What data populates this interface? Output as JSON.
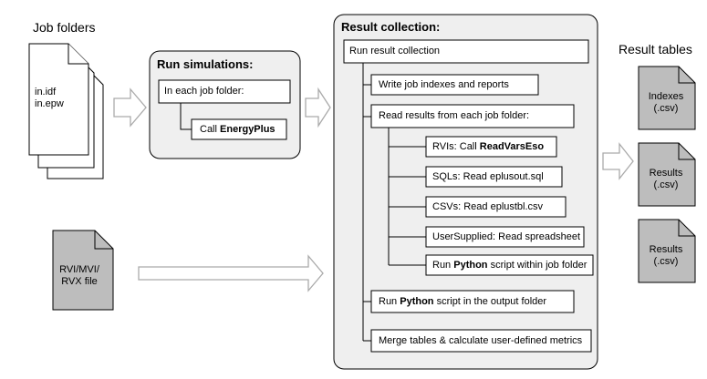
{
  "labels": {
    "job_folders": "Job folders",
    "result_tables": "Result tables"
  },
  "job_file": {
    "line1": "in.idf",
    "line2": "in.epw"
  },
  "rvi_file": {
    "line1": "RVI/MVI/",
    "line2": "RVX file"
  },
  "run_simulations": {
    "title": "Run simulations:",
    "in_each_folder": "In each job folder:",
    "call_prefix": "Call ",
    "call_bold": "EnergyPlus"
  },
  "result_collection": {
    "title": "Result collection:",
    "run": "Run result collection",
    "write": "Write job indexes and reports",
    "read": "Read results from each job folder:",
    "rvis_prefix": "RVIs: Call ",
    "rvis_bold": "ReadVarsEso",
    "sqls": "SQLs: Read eplusout.sql",
    "csvs": "CSVs: Read eplustbl.csv",
    "user": "UserSupplied: Read spreadsheet",
    "py1_prefix": "Run ",
    "py1_bold": "Python",
    "py1_suffix": " script within job folder",
    "py2_prefix": "Run ",
    "py2_bold": "Python",
    "py2_suffix": " script in the output folder",
    "merge": "Merge tables & calculate user-defined metrics"
  },
  "outputs": [
    {
      "line1": "Indexes",
      "line2": "(.csv)"
    },
    {
      "line1": "Results",
      "line2": "(.csv)"
    },
    {
      "line1": "Results",
      "line2": "(.csv)"
    }
  ]
}
